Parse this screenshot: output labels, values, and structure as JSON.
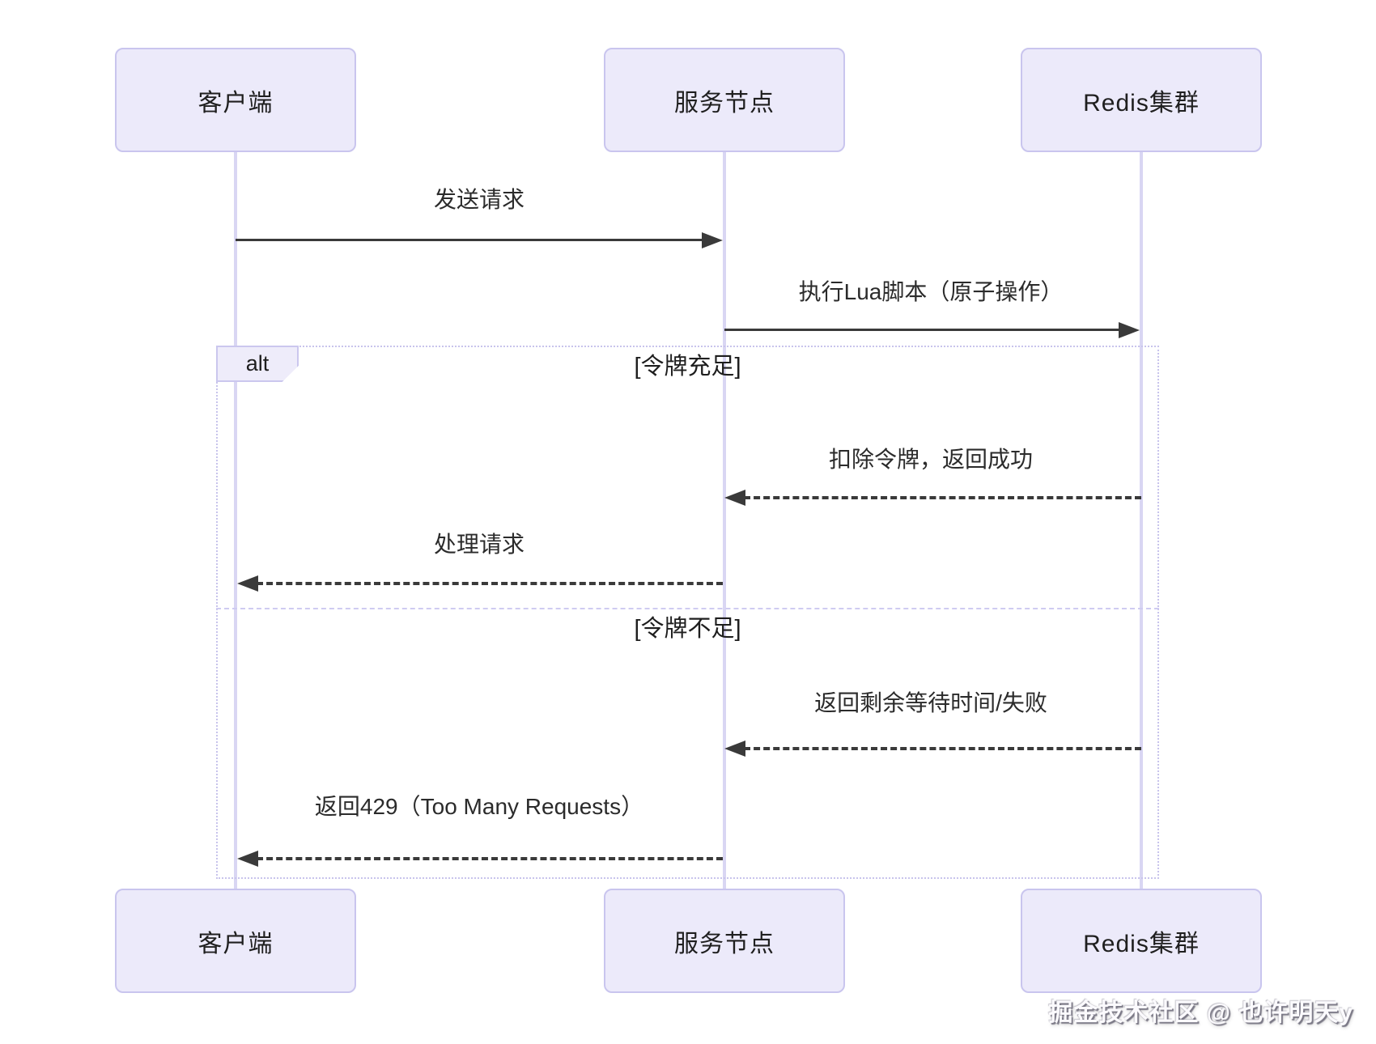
{
  "diagram": {
    "type": "sequence",
    "actors": [
      {
        "id": "client",
        "label": "客户端"
      },
      {
        "id": "service",
        "label": "服务节点"
      },
      {
        "id": "redis",
        "label": "Redis集群"
      }
    ],
    "messages": [
      {
        "label": "发送请求",
        "from": "client",
        "to": "service",
        "line": "solid"
      },
      {
        "label": "执行Lua脚本（原子操作）",
        "from": "service",
        "to": "redis",
        "line": "solid"
      },
      {
        "label": "扣除令牌，返回成功",
        "from": "redis",
        "to": "service",
        "line": "dashed"
      },
      {
        "label": "处理请求",
        "from": "service",
        "to": "client",
        "line": "dashed"
      },
      {
        "label": "返回剩余等待时间/失败",
        "from": "redis",
        "to": "service",
        "line": "dashed"
      },
      {
        "label": "返回429（Too Many Requests）",
        "from": "service",
        "to": "client",
        "line": "dashed"
      }
    ],
    "alt": {
      "title": "alt",
      "conditions": [
        "[令牌充足]",
        "[令牌不足]"
      ]
    },
    "watermark": "掘金技术社区 @ 也许明天y",
    "colors": {
      "actor_fill": "#eceafa",
      "actor_border": "#c9c5ee",
      "lifeline": "#d9d6f3",
      "arrow": "#3a3a3a",
      "frame_border": "#c8c4ec",
      "text": "#2b2b2b",
      "background": "#ffffff"
    }
  }
}
